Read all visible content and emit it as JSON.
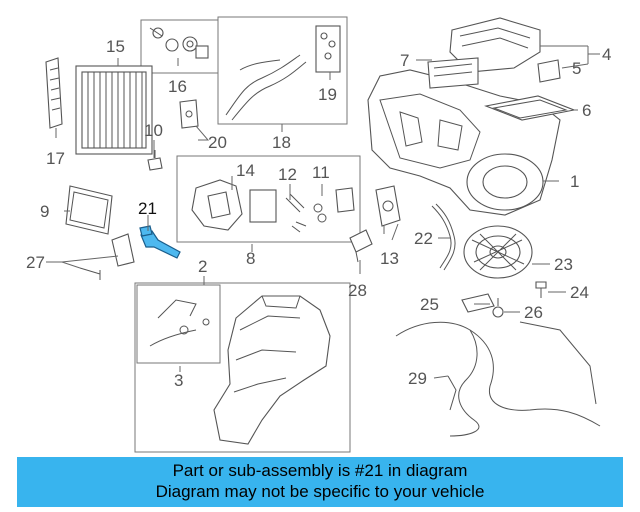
{
  "callouts": {
    "n1": "1",
    "n2": "2",
    "n3": "3",
    "n4": "4",
    "n5": "5",
    "n6": "6",
    "n7": "7",
    "n8": "8",
    "n9": "9",
    "n10": "10",
    "n11": "11",
    "n12": "12",
    "n13": "13",
    "n14": "14",
    "n15": "15",
    "n16": "16",
    "n17": "17",
    "n18": "18",
    "n19": "19",
    "n20": "20",
    "n21": "21",
    "n22": "22",
    "n23": "23",
    "n24": "24",
    "n25": "25",
    "n26": "26",
    "n27": "27",
    "n28": "28",
    "n29": "29"
  },
  "highlight": {
    "part": "21",
    "color": "#4db8ef"
  },
  "banner": {
    "line1": "Part or sub-assembly is #21 in diagram",
    "line2": "Diagram may not be specific to your vehicle",
    "background": "#38b4ee"
  }
}
